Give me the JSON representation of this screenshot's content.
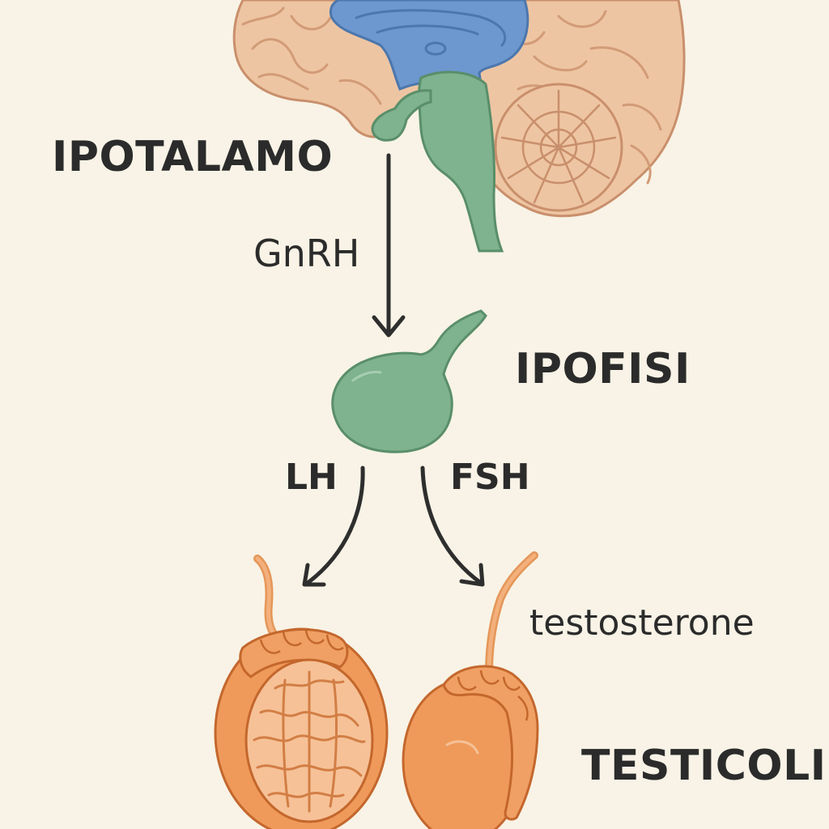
{
  "labels": {
    "hypothalamus": "IPOTALAMO",
    "gnrh": "GnRH",
    "pituitary": "IPOFISI",
    "lh": "LH",
    "fsh": "FSH",
    "testosterone": "testosterone",
    "testes": "TESTICOLI"
  },
  "colors": {
    "background": "#f8f3e6",
    "brain": "#eec5a2",
    "brain_outline": "#c98f6c",
    "hypothalamus_region": "#6c98cf",
    "pituitary": "#7fb28e",
    "testis": "#ef9a5a",
    "testis_outline": "#c4672d",
    "text": "#2b2b2b",
    "arrow": "#2e2e2e"
  }
}
